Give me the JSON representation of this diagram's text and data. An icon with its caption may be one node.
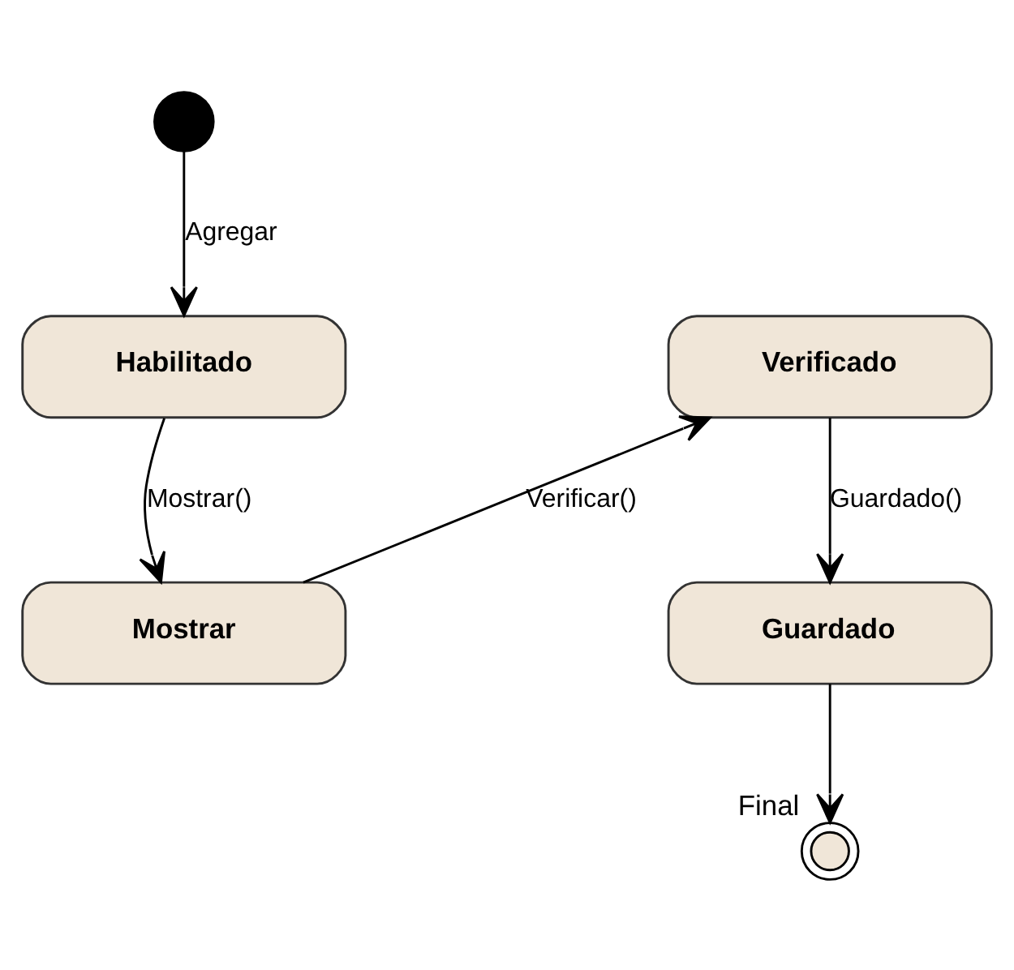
{
  "diagram": {
    "nodes": [
      {
        "text": [],
        "shape": "circle"
      },
      {
        "text": [
          "Habilitado"
        ]
      },
      {
        "text": [
          "Mostrar"
        ]
      },
      {
        "text": [
          "Verificado"
        ]
      },
      {
        "text": [
          "Guardado"
        ]
      },
      {
        "text": [],
        "shape": "circle",
        "beside": [
          "Final"
        ]
      }
    ],
    "edges": [
      {
        "from": 0,
        "to": 1,
        "arrow": "to",
        "label": "Agregar"
      },
      {
        "from": 1,
        "to": 2,
        "arrow": "to",
        "label": "Mostrar()"
      },
      {
        "from": 2,
        "to": 3,
        "arrow": "to",
        "label": "Verificar()"
      },
      {
        "from": 3,
        "to": 4,
        "arrow": "to",
        "label": "Guardado()"
      },
      {
        "from": 4,
        "to": 5,
        "arrow": "to"
      }
    ]
  }
}
